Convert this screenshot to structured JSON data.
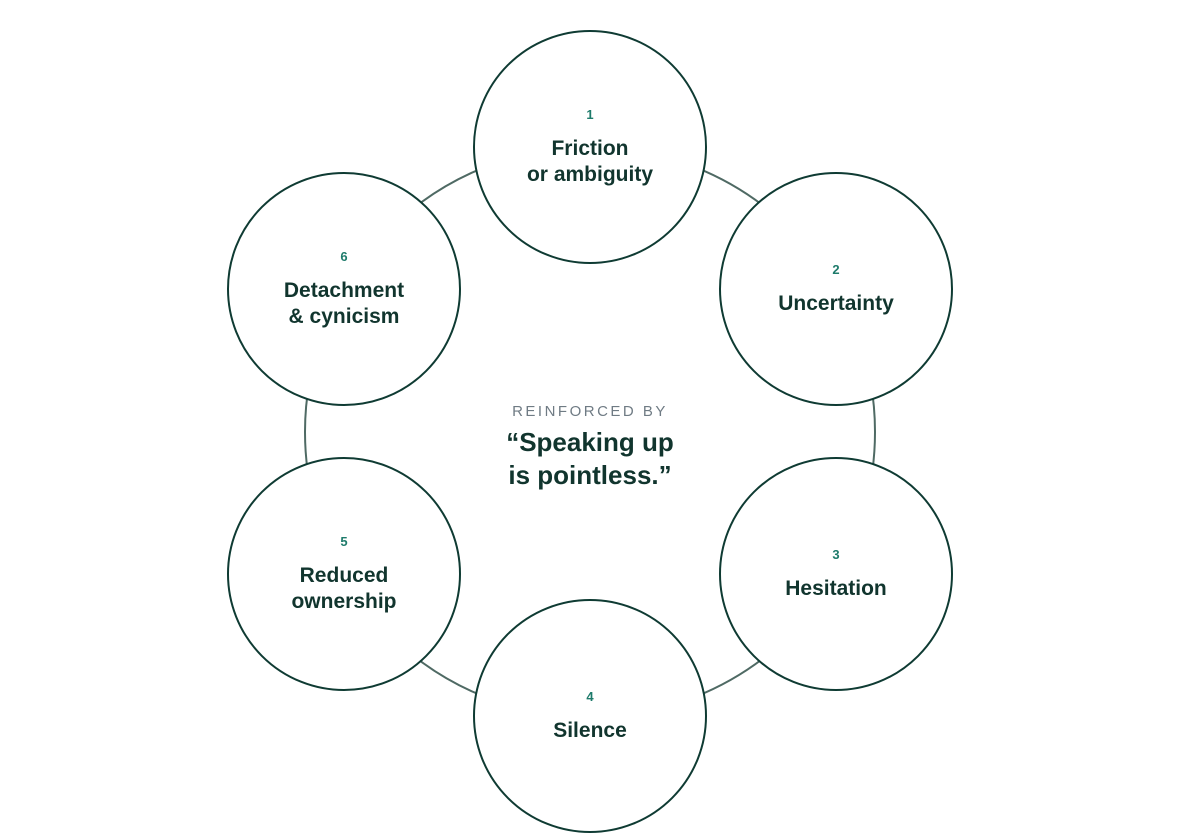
{
  "diagram": {
    "colors": {
      "circle_stroke": "#0f3b33",
      "ring_stroke": "#4f6a64",
      "number": "#1e7b6b",
      "label": "#11352e",
      "kicker": "#6f7b84"
    },
    "nodes": [
      {
        "number": "1",
        "label": "Friction\nor ambiguity"
      },
      {
        "number": "2",
        "label": "Uncertainty"
      },
      {
        "number": "3",
        "label": "Hesitation"
      },
      {
        "number": "4",
        "label": "Silence"
      },
      {
        "number": "5",
        "label": "Reduced\nownership"
      },
      {
        "number": "6",
        "label": "Detachment\n& cynicism"
      }
    ],
    "center": {
      "kicker": "REINFORCED BY",
      "quote": "“Speaking up\nis pointless.”"
    }
  }
}
